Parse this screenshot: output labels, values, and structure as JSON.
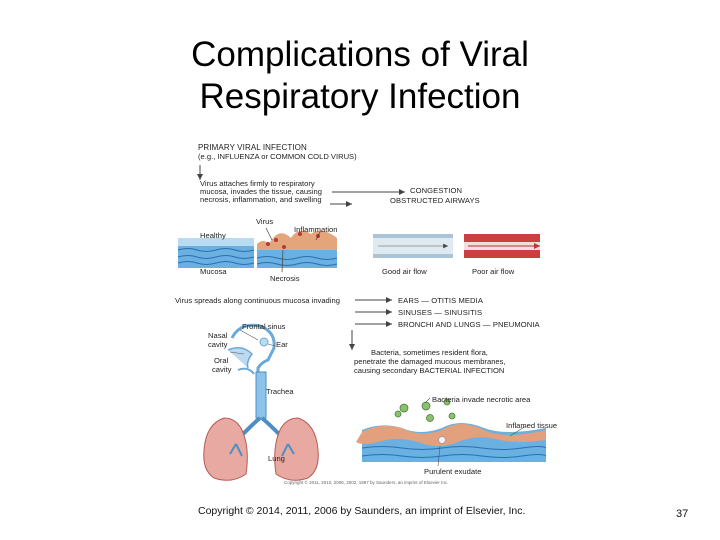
{
  "slide": {
    "title_line1": "Complications of Viral",
    "title_line2": "Respiratory Infection",
    "copyright": "Copyright © 2014, 2011, 2006 by Saunders, an imprint of Elsevier, Inc.",
    "page_number": "37"
  },
  "figure": {
    "primary_line1": "PRIMARY VIRAL INFECTION",
    "primary_line2": "(e.g., INFLUENZA or COMMON COLD VIRUS)",
    "attach_line1": "Virus attaches firmly to respiratory",
    "attach_line2": "mucosa, invades the tissue, causing",
    "attach_line3": "necrosis, inflammation, and swelling",
    "congestion": "CONGESTION",
    "obstructed": "OBSTRUCTED AIRWAYS",
    "virus": "Virus",
    "inflammation": "Inflammation",
    "healthy": "Healthy",
    "mucosa": "Mucosa",
    "necrosis": "Necrosis",
    "good_air": "Good air flow",
    "poor_air": "Poor air flow",
    "spreads": "Virus spreads along continuous mucosa invading",
    "ears": "EARS — OTITIS MEDIA",
    "sinuses": "SINUSES — SINUSITIS",
    "bronchi": "BRONCHI AND LUNGS — PNEUMONIA",
    "frontal_sinus": "Frontal sinus",
    "nasal1": "Nasal",
    "nasal2": "cavity",
    "ear": "Ear",
    "oral1": "Oral",
    "oral2": "cavity",
    "bact_line1": "Bacteria, sometimes resident flora,",
    "bact_line2": "penetrate the damaged mucous membranes,",
    "bact_line3": "causing secondary BACTERIAL INFECTION",
    "trachea": "Trachea",
    "bacteria_invade": "Bacteria invade necrotic area",
    "inflamed": "Inflamed tissue",
    "lung": "Lung",
    "purulent": "Purulent exudate",
    "credit": "Copyright © 2011, 2010, 2006, 2002, 1997 by Saunders, an imprint of Elsevier Inc."
  }
}
